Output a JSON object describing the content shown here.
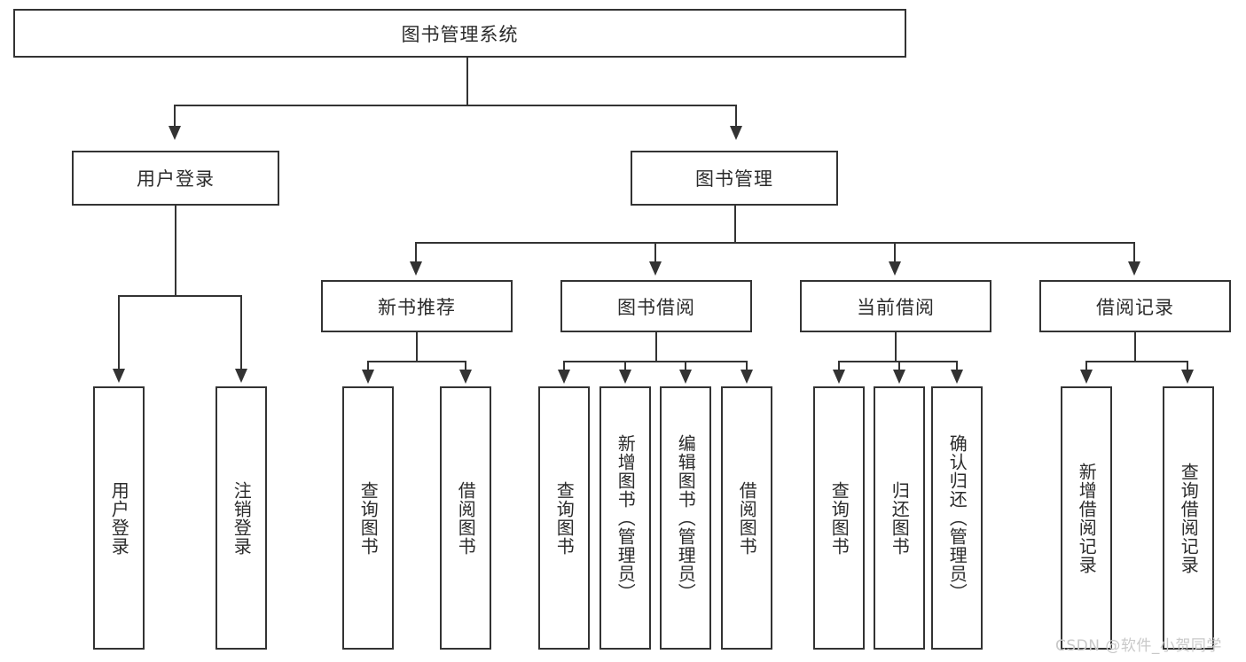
{
  "diagram": {
    "title_node": {
      "label": "图书管理系统"
    },
    "level2": [
      {
        "label": "用户登录"
      },
      {
        "label": "图书管理"
      }
    ],
    "level3": [
      {
        "label": "新书推荐"
      },
      {
        "label": "图书借阅"
      },
      {
        "label": "当前借阅"
      },
      {
        "label": "借阅记录"
      }
    ],
    "leaves": [
      {
        "label": "用户登录"
      },
      {
        "label": "注销登录"
      },
      {
        "label": "查询图书"
      },
      {
        "label": "借阅图书"
      },
      {
        "label": "查询图书"
      },
      {
        "label": "新增图书（管理员）"
      },
      {
        "label": "编辑图书（管理员）"
      },
      {
        "label": "借阅图书"
      },
      {
        "label": "查询图书"
      },
      {
        "label": "归还图书"
      },
      {
        "label": "确认归还（管理员）"
      },
      {
        "label": "新增借阅记录"
      },
      {
        "label": "查询借阅记录"
      }
    ],
    "watermark": "CSDN @软件_小贺同学",
    "colors": {
      "stroke": "#333333",
      "text": "#2b2b2b",
      "background": "#ffffff",
      "watermark": "#c9c9c9"
    }
  }
}
